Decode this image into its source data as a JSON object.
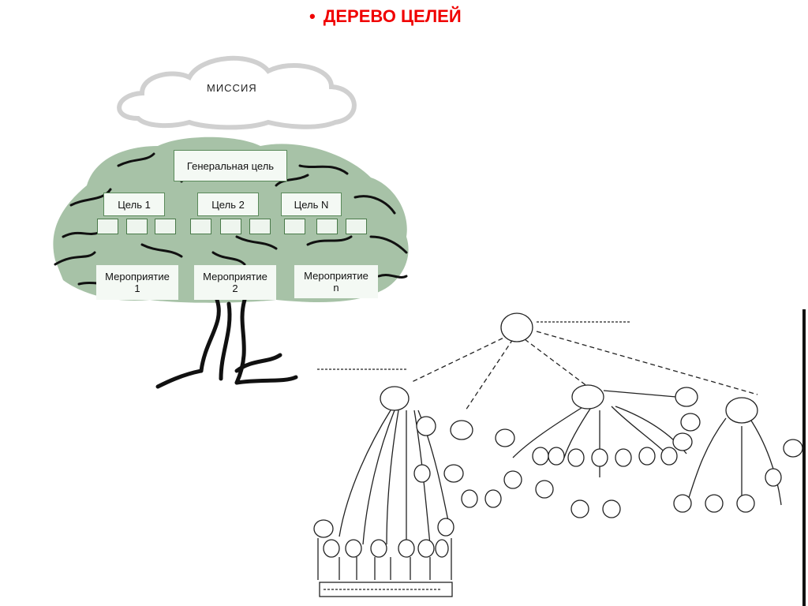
{
  "slide": {
    "bullet": "•",
    "title": "ДЕРЕВО ЦЕЛЕЙ"
  },
  "tree_figure": {
    "mission": "МИССИЯ",
    "general_goal": "Генеральная цель",
    "goals": [
      "Цель 1",
      "Цель 2",
      "Цель N"
    ],
    "activities": [
      {
        "line1": "Мероприятие",
        "line2": "1"
      },
      {
        "line1": "Мероприятие",
        "line2": "2"
      },
      {
        "line1": "Мероприятие",
        "line2": "n"
      }
    ]
  },
  "colors": {
    "title": "#f00000",
    "canopy": "#a7c2a7",
    "box_border": "#5a8a5a",
    "cloud": "#d8d8d8"
  }
}
